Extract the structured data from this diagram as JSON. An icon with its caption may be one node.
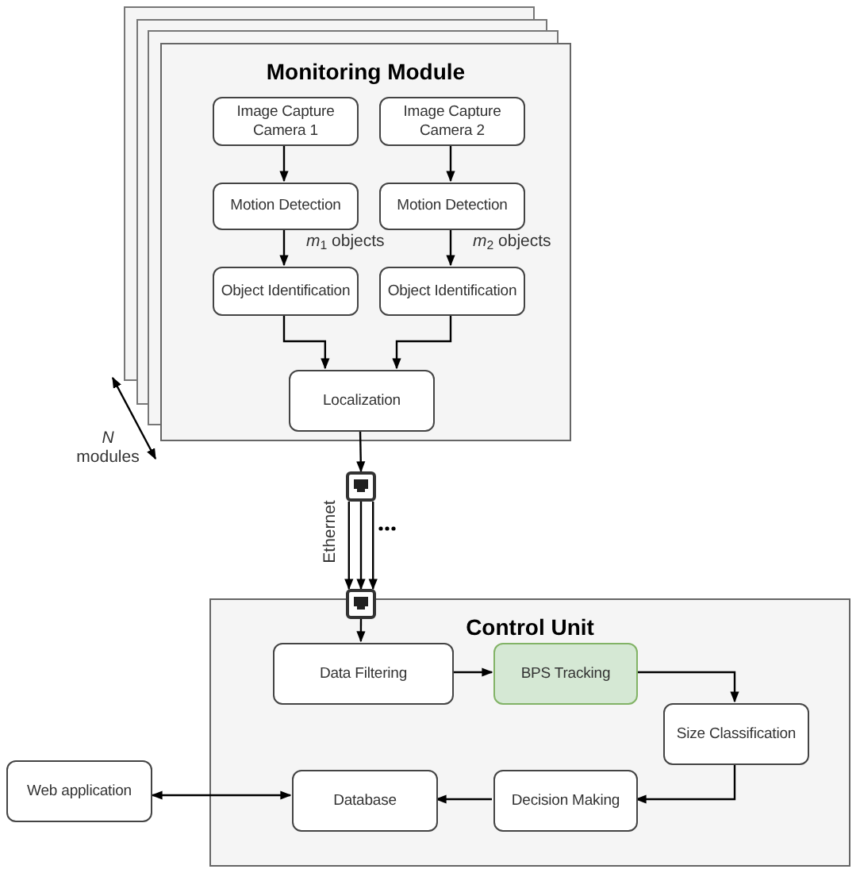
{
  "diagram": {
    "nodes": [
      {
        "text": [
          "Monitoring Module"
        ]
      },
      {
        "text": [
          "Image Capture Camera 1"
        ],
        "in": 0
      },
      {
        "text": [
          "Image Capture Camera 2"
        ],
        "in": 0
      },
      {
        "text": [
          "Motion Detection"
        ],
        "in": 0
      },
      {
        "text": [
          "Motion Detection"
        ],
        "in": 0
      },
      {
        "text": [
          "Object Identification"
        ],
        "in": 0
      },
      {
        "text": [
          "Object Identification"
        ],
        "in": 0
      },
      {
        "text": [
          "Localization"
        ],
        "in": 0
      },
      {
        "text": [],
        "shape": "box"
      },
      {
        "text": [],
        "shape": "box"
      },
      {
        "text": [
          "Control Unit"
        ]
      },
      {
        "text": [
          "Data Filtering"
        ],
        "in": 10
      },
      {
        "text": [
          "BPS Tracking"
        ],
        "in": 10
      },
      {
        "text": [
          "Size Classification"
        ],
        "in": 10
      },
      {
        "text": [
          "Decision Making"
        ],
        "in": 10
      },
      {
        "text": [
          "Database"
        ],
        "in": 10
      },
      {
        "text": [
          "Web application"
        ]
      }
    ],
    "edges": [
      {
        "from": 1,
        "to": 3,
        "arrow": "to"
      },
      {
        "from": 2,
        "to": 4,
        "arrow": "to"
      },
      {
        "from": 3,
        "to": 5,
        "arrow": "to",
        "label": "*m*$_{1}$ objects"
      },
      {
        "from": 4,
        "to": 6,
        "arrow": "to",
        "label": "*m*$_{2}$ objects"
      },
      {
        "from": 5,
        "to": 7,
        "arrow": "to"
      },
      {
        "from": 6,
        "to": 7,
        "arrow": "to"
      },
      {
        "from": 7,
        "to": 8,
        "arrow": "to"
      },
      {
        "from": 8,
        "to": 9,
        "arrow": "to",
        "label": "Ethernet"
      },
      {
        "from": 8,
        "to": 9,
        "arrow": "to"
      },
      {
        "from": 8,
        "to": 9,
        "arrow": "to"
      },
      {
        "from": 9,
        "to": 11,
        "arrow": "to"
      },
      {
        "from": 11,
        "to": 12,
        "arrow": "to"
      },
      {
        "from": 12,
        "to": 13,
        "arrow": "to"
      },
      {
        "from": 13,
        "to": 14,
        "arrow": "to"
      },
      {
        "from": 14,
        "to": 15,
        "arrow": "to"
      },
      {
        "from": 16,
        "to": 15,
        "arrow": "both"
      }
    ],
    "labels": [
      "*N* modules"
    ]
  }
}
